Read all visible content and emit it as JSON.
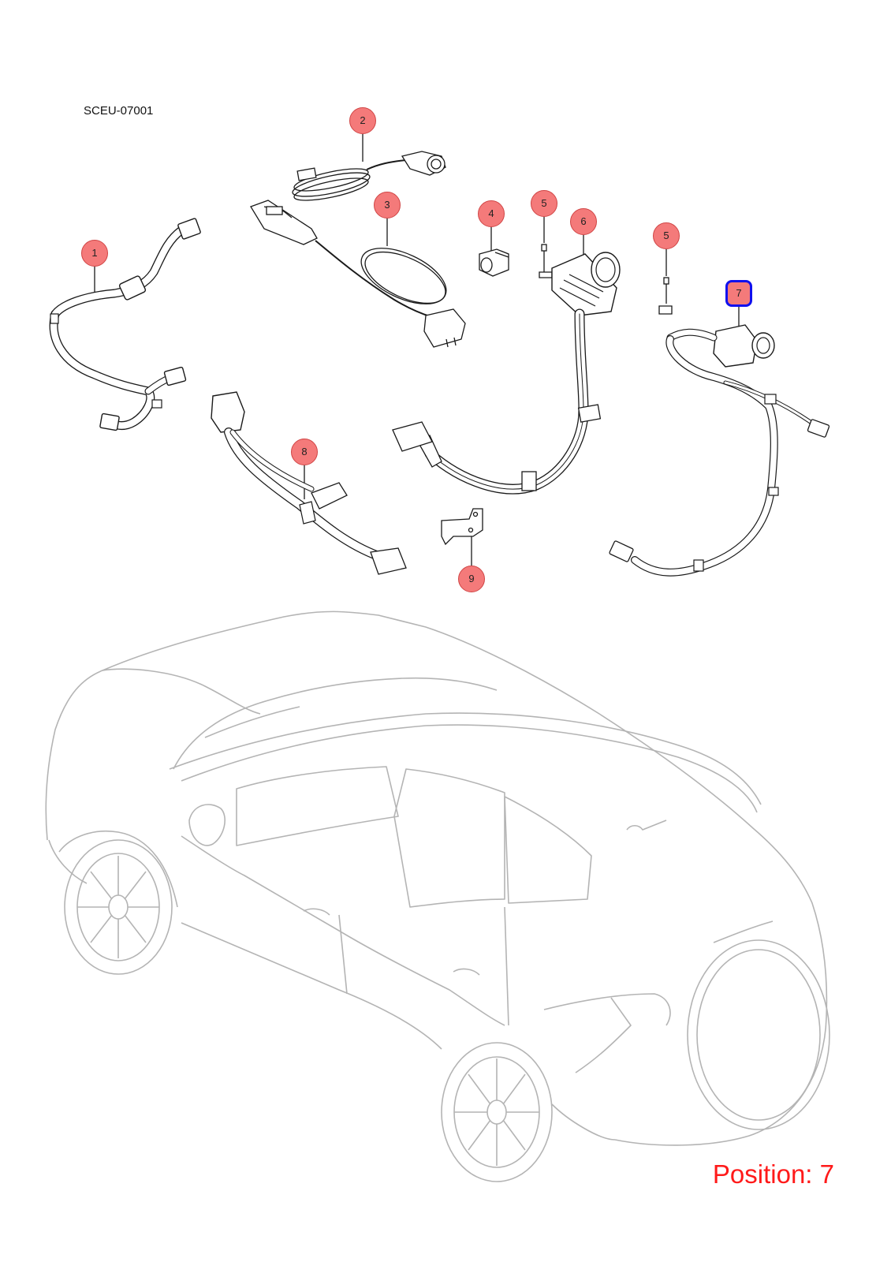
{
  "diagram": {
    "code": "SCEU-07001"
  },
  "position_label": "Position: 7",
  "colors": {
    "callout_fill": "#f47a7a",
    "callout_border": "#d04545",
    "selected_border": "#1010ee",
    "position_text": "#ff1a1a",
    "part_line": "#1a1a1a",
    "vehicle_line": "#b4b4b4"
  },
  "selected_position": "7",
  "callouts": [
    "1",
    "2",
    "3",
    "4",
    "5",
    "6",
    "5",
    "7",
    "8",
    "9"
  ],
  "vehicle": {
    "icon": "suv-rear-three-quarter-outline"
  }
}
